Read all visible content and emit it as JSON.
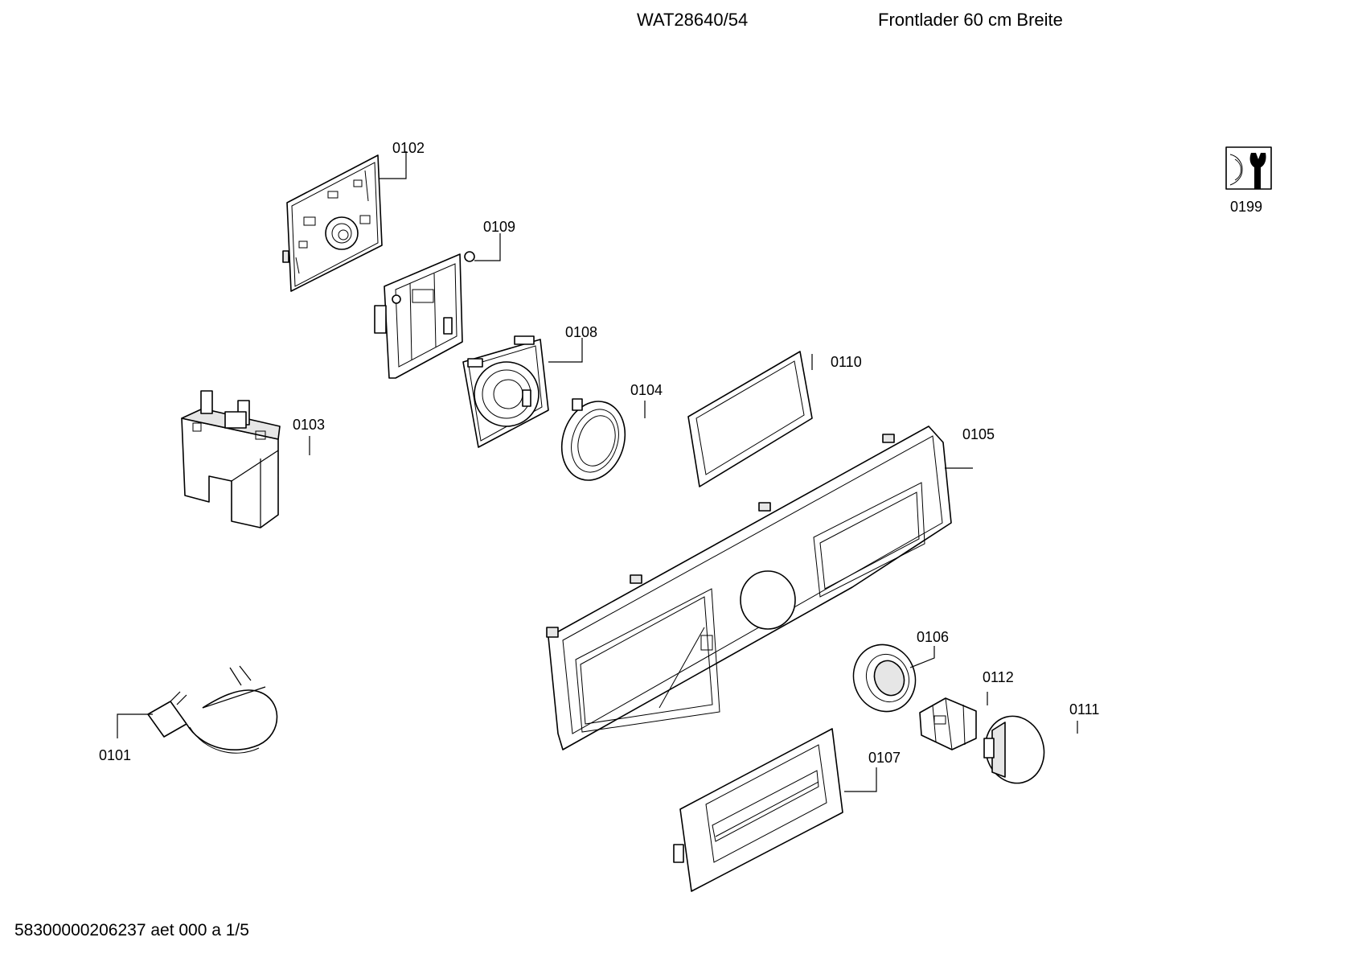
{
  "header": {
    "model": "WAT28640/54",
    "description": "Frontlader 60 cm Breite"
  },
  "footer": {
    "document_code": "58300000206237 aet 000 a 1/5"
  },
  "parts": [
    {
      "id": "0101",
      "label": "0101",
      "kind": "power-cord"
    },
    {
      "id": "0102",
      "label": "0102",
      "kind": "circuit-board"
    },
    {
      "id": "0103",
      "label": "0103",
      "kind": "suppressor-block"
    },
    {
      "id": "0104",
      "label": "0104",
      "kind": "ring"
    },
    {
      "id": "0105",
      "label": "0105",
      "kind": "control-panel"
    },
    {
      "id": "0106",
      "label": "0106",
      "kind": "bearing-ring"
    },
    {
      "id": "0107",
      "label": "0107",
      "kind": "handle-trim"
    },
    {
      "id": "0108",
      "label": "0108",
      "kind": "knob-holder"
    },
    {
      "id": "0109",
      "label": "0109",
      "kind": "board-carrier"
    },
    {
      "id": "0110",
      "label": "0110",
      "kind": "display-window"
    },
    {
      "id": "0111",
      "label": "0111",
      "kind": "knob"
    },
    {
      "id": "0112",
      "label": "0112",
      "kind": "adapter"
    },
    {
      "id": "0199",
      "label": "0199",
      "kind": "service-icon"
    }
  ],
  "icons": {
    "service": "wrench-service-icon"
  }
}
